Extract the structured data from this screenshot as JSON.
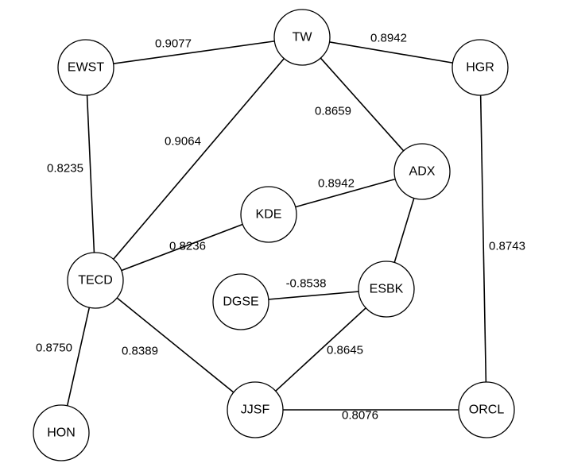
{
  "nodes": [
    {
      "id": "TW",
      "label": "TW"
    },
    {
      "id": "EWST",
      "label": "EWST"
    },
    {
      "id": "HGR",
      "label": "HGR"
    },
    {
      "id": "ADX",
      "label": "ADX"
    },
    {
      "id": "KDE",
      "label": "KDE"
    },
    {
      "id": "TECD",
      "label": "TECD"
    },
    {
      "id": "DGSE",
      "label": "DGSE"
    },
    {
      "id": "ESBK",
      "label": "ESBK"
    },
    {
      "id": "HON",
      "label": "HON"
    },
    {
      "id": "JJSF",
      "label": "JJSF"
    },
    {
      "id": "ORCL",
      "label": "ORCL"
    }
  ],
  "edges": [
    {
      "source": "EWST",
      "target": "TW",
      "weight": "0.9077"
    },
    {
      "source": "TW",
      "target": "HGR",
      "weight": "0.8942"
    },
    {
      "source": "TW",
      "target": "ADX",
      "weight": "0.8659"
    },
    {
      "source": "TW",
      "target": "TECD",
      "weight": "0.9064"
    },
    {
      "source": "EWST",
      "target": "TECD",
      "weight": "0.8235"
    },
    {
      "source": "KDE",
      "target": "ADX",
      "weight": "0.8942"
    },
    {
      "source": "TECD",
      "target": "KDE",
      "weight": "0.8236"
    },
    {
      "source": "HGR",
      "target": "ORCL",
      "weight": "0.8743"
    },
    {
      "source": "ADX",
      "target": "ESBK",
      "weight": ""
    },
    {
      "source": "DGSE",
      "target": "ESBK",
      "weight": "-0.8538"
    },
    {
      "source": "TECD",
      "target": "HON",
      "weight": "0.8750"
    },
    {
      "source": "TECD",
      "target": "JJSF",
      "weight": "0.8389"
    },
    {
      "source": "ESBK",
      "target": "JJSF",
      "weight": "0.8645"
    },
    {
      "source": "JJSF",
      "target": "ORCL",
      "weight": "0.8076"
    }
  ]
}
